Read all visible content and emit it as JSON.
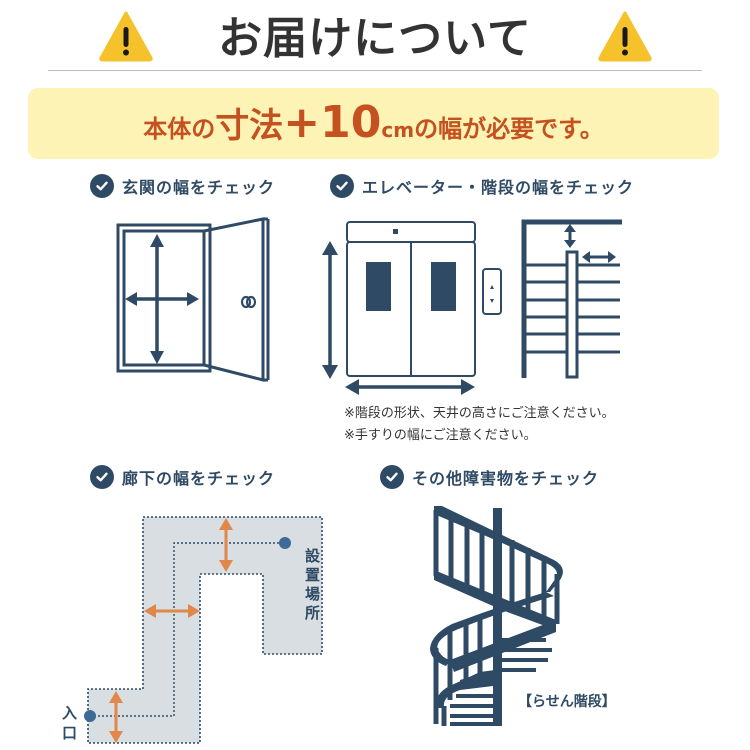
{
  "header": {
    "title": "お届けについて",
    "warning_icon": "warning-triangle-icon"
  },
  "banner": {
    "part1": "本体の",
    "part2": "寸法",
    "part3": "+10",
    "part4": "cm",
    "part5": "の幅が必要です。"
  },
  "sections": [
    {
      "heading": "玄関の幅をチェック",
      "icon": "check-circle-icon"
    },
    {
      "heading": "エレベーター・階段の幅をチェック",
      "icon": "check-circle-icon"
    },
    {
      "heading": "廊下の幅をチェック",
      "icon": "check-circle-icon"
    },
    {
      "heading": "その他障害物をチェック",
      "icon": "check-circle-icon"
    }
  ],
  "notes": [
    "※階段の形状、天井の高さにご注意ください。",
    "※手すりの幅にご注意ください。"
  ],
  "corridor": {
    "destination_label": "設置場所",
    "entrance_label": "入口"
  },
  "spiral": {
    "label": "【らせん階段】"
  },
  "colors": {
    "navy": "#2f4a64",
    "orange_text": "#c4511f",
    "banner_bg": "#fdf3b4",
    "warning_yellow": "#f6c22b",
    "arrow_orange": "#e0874a",
    "corridor_fill": "#d9dee3",
    "title_gray": "#333333"
  }
}
